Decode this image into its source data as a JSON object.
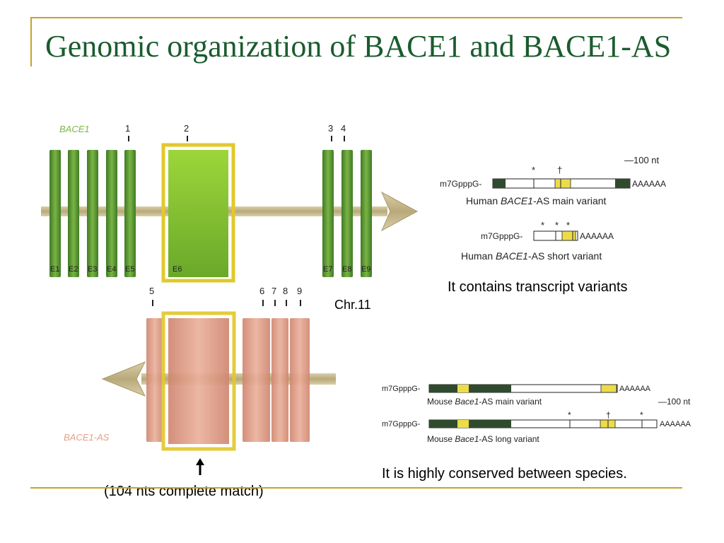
{
  "slide": {
    "title": "Genomic organization of BACE1 and BACE1-AS",
    "caption_variants": "It contains transcript variants",
    "caption_chr": "Chr.11",
    "caption_conserved": "It is highly conserved between species.",
    "caption_match": "(104 nts complete match)"
  },
  "bace1": {
    "gene_label": "BACE1",
    "exon_labels": [
      "E1",
      "E2",
      "E3",
      "E4",
      "E5",
      "E6",
      "E7",
      "E8",
      "E9"
    ],
    "marker_labels": [
      "1",
      "2",
      "3",
      "4"
    ]
  },
  "bace1as": {
    "gene_label": "BACE1-AS",
    "marker_labels": [
      "5",
      "6",
      "7",
      "8",
      "9"
    ]
  },
  "human": {
    "scale": "—100 nt",
    "cap": "m7GpppG-",
    "polya": "AAAAAA",
    "main_prefix": "Human ",
    "main_gene": "BACE1",
    "main_suffix": "-AS main variant",
    "short_prefix": "Human ",
    "short_gene": "BACE1",
    "short_suffix": "-AS short variant",
    "star": "*",
    "dagger": "†"
  },
  "mouse": {
    "scale": "—100 nt",
    "cap": "m7GpppG-",
    "polya": "AAAAAA",
    "main_prefix": "Mouse ",
    "main_gene": "Bace1",
    "main_suffix": "-AS main variant",
    "long_prefix": "Mouse ",
    "long_gene": "Bace1",
    "long_suffix": "-AS long variant",
    "star": "*",
    "dagger": "†"
  },
  "colors": {
    "title": "#1a5c2e",
    "rule": "#c9a227",
    "exon_green": "#5f9a35",
    "exon_highlight": "#9ccc3a",
    "exon_salmon": "#e3a18a",
    "yellow": "#ecdc4a",
    "dark_green": "#2f4a2c",
    "arrow": "#c8b88a"
  }
}
